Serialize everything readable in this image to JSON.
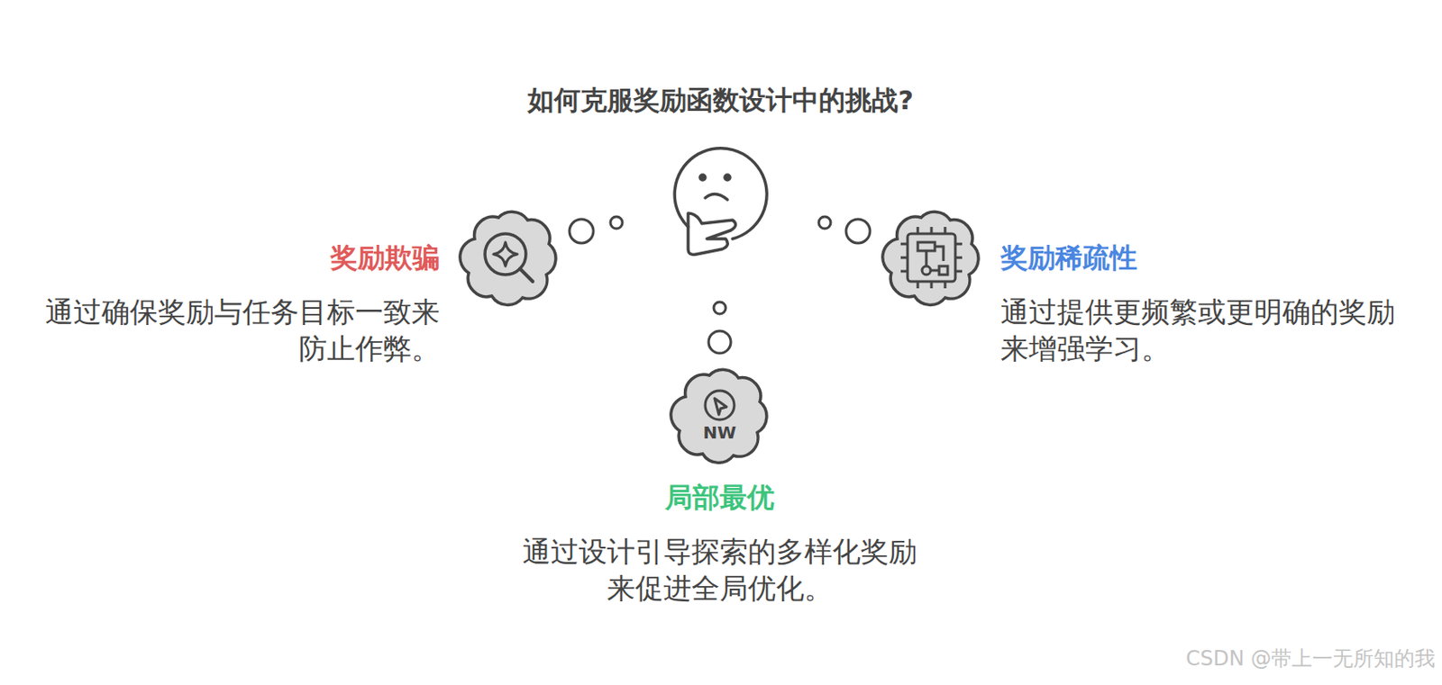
{
  "diagram": {
    "title": "如何克服奖励函数设计中的挑战?",
    "nodes": [
      {
        "text": [
          "奖励欺骗",
          "通过确保奖励与任务目标一致来防止作弊。"
        ]
      },
      {
        "text": [
          "奖励稀疏性",
          "通过提供更频繁或更明确的奖励来增强学习。"
        ]
      },
      {
        "text": [
          "局部最优",
          "通过设计引导探索的多样化奖励来促进全局优化。"
        ]
      }
    ],
    "labels": [
      "NW",
      "CSDN @带上一无所知的我"
    ]
  }
}
